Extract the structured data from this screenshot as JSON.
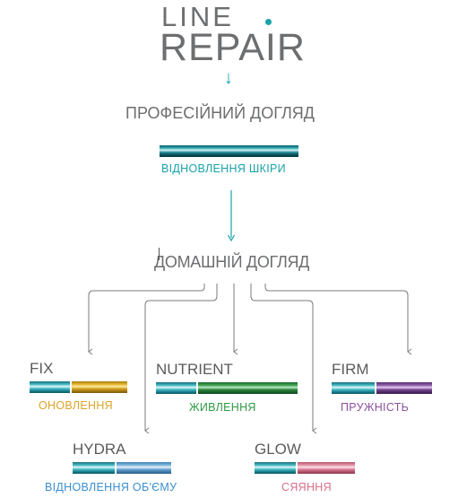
{
  "logo": {
    "line": "LINE",
    "repair": "REPAIR"
  },
  "pro": {
    "title": "ПРОФЕСІЙНИЙ ДОГЛЯД",
    "label": "ВІДНОВЛЕННЯ ШКІРИ"
  },
  "home": {
    "title": "ДОМАШНІЙ ДОГЛЯД"
  },
  "arrow_glyph": "↓",
  "products": {
    "fix": {
      "name": "FIX",
      "label": "ОНОВЛЕННЯ"
    },
    "nutrient": {
      "name": "NUTRIENT",
      "label": "ЖИВЛЕННЯ"
    },
    "firm": {
      "name": "FIRM",
      "label": "ПРУЖНІСТЬ"
    },
    "hydra": {
      "name": "HYDRA",
      "label": "ВІДНОВЛЕННЯ ОБ'ЄМУ"
    },
    "glow": {
      "name": "GLOW",
      "label": "СЯЯННЯ"
    }
  },
  "colors": {
    "teal": "#1aa2a8",
    "text_gray": "#6d6e70",
    "fix": "#d9a52a",
    "nutrient": "#2e9a45",
    "firm": "#8b52a1",
    "hydra": "#3b8fcf",
    "glow": "#d6708a"
  }
}
